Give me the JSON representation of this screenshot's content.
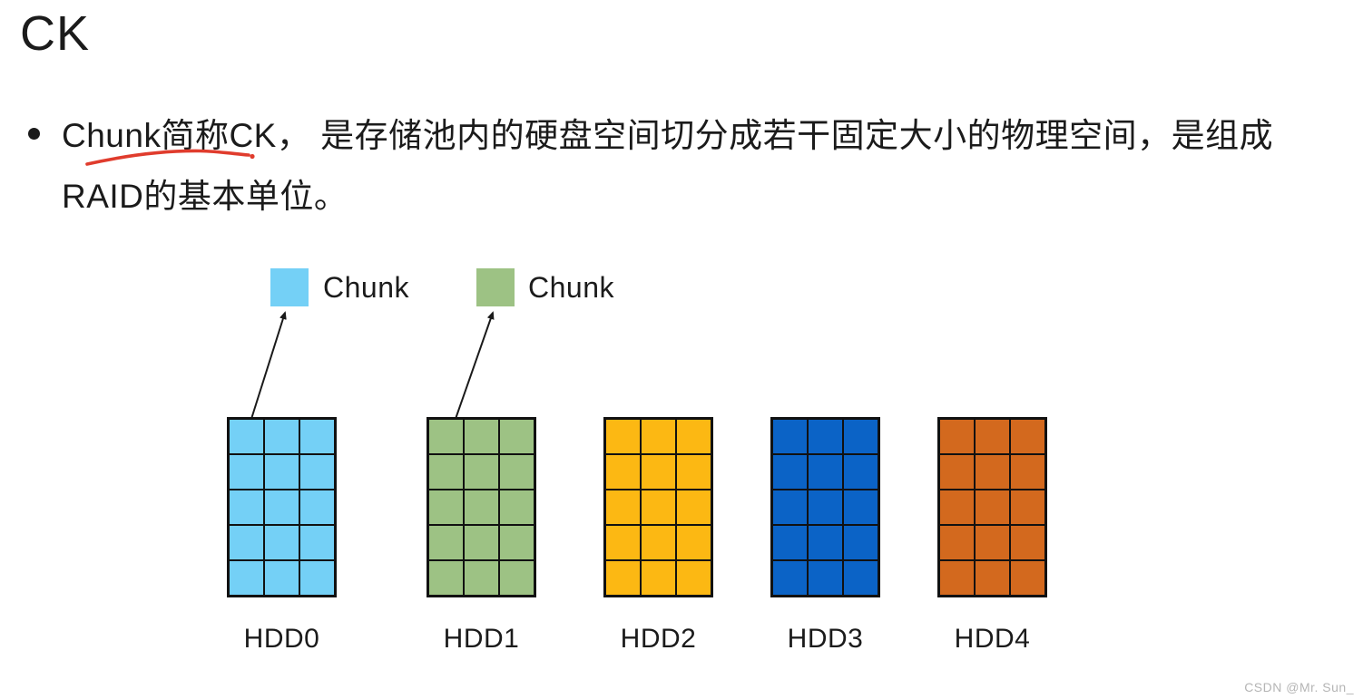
{
  "slide": {
    "title": "CK",
    "bullet": {
      "line1": "Chunk简称CK， 是存储池内的硬盘空间切分成若干固定大小的物理空间，是组成",
      "line2": "RAID的基本单位。"
    },
    "annotation": {
      "underline_color": "#e03c2d"
    },
    "legend": [
      {
        "label": "Chunk",
        "color": "#74d0f6"
      },
      {
        "label": "Chunk",
        "color": "#9dc284"
      }
    ],
    "arrow_color": "#1a1a1a",
    "disks": [
      {
        "label": "HDD0",
        "color": "#74d0f6",
        "rows": 5,
        "cols": 3
      },
      {
        "label": "HDD1",
        "color": "#9dc284",
        "rows": 5,
        "cols": 3
      },
      {
        "label": "HDD2",
        "color": "#fcb813",
        "rows": 5,
        "cols": 3
      },
      {
        "label": "HDD3",
        "color": "#0b63c6",
        "rows": 5,
        "cols": 3
      },
      {
        "label": "HDD4",
        "color": "#d3691e",
        "rows": 5,
        "cols": 3
      }
    ],
    "watermark": "CSDN @Mr. Sun_"
  }
}
